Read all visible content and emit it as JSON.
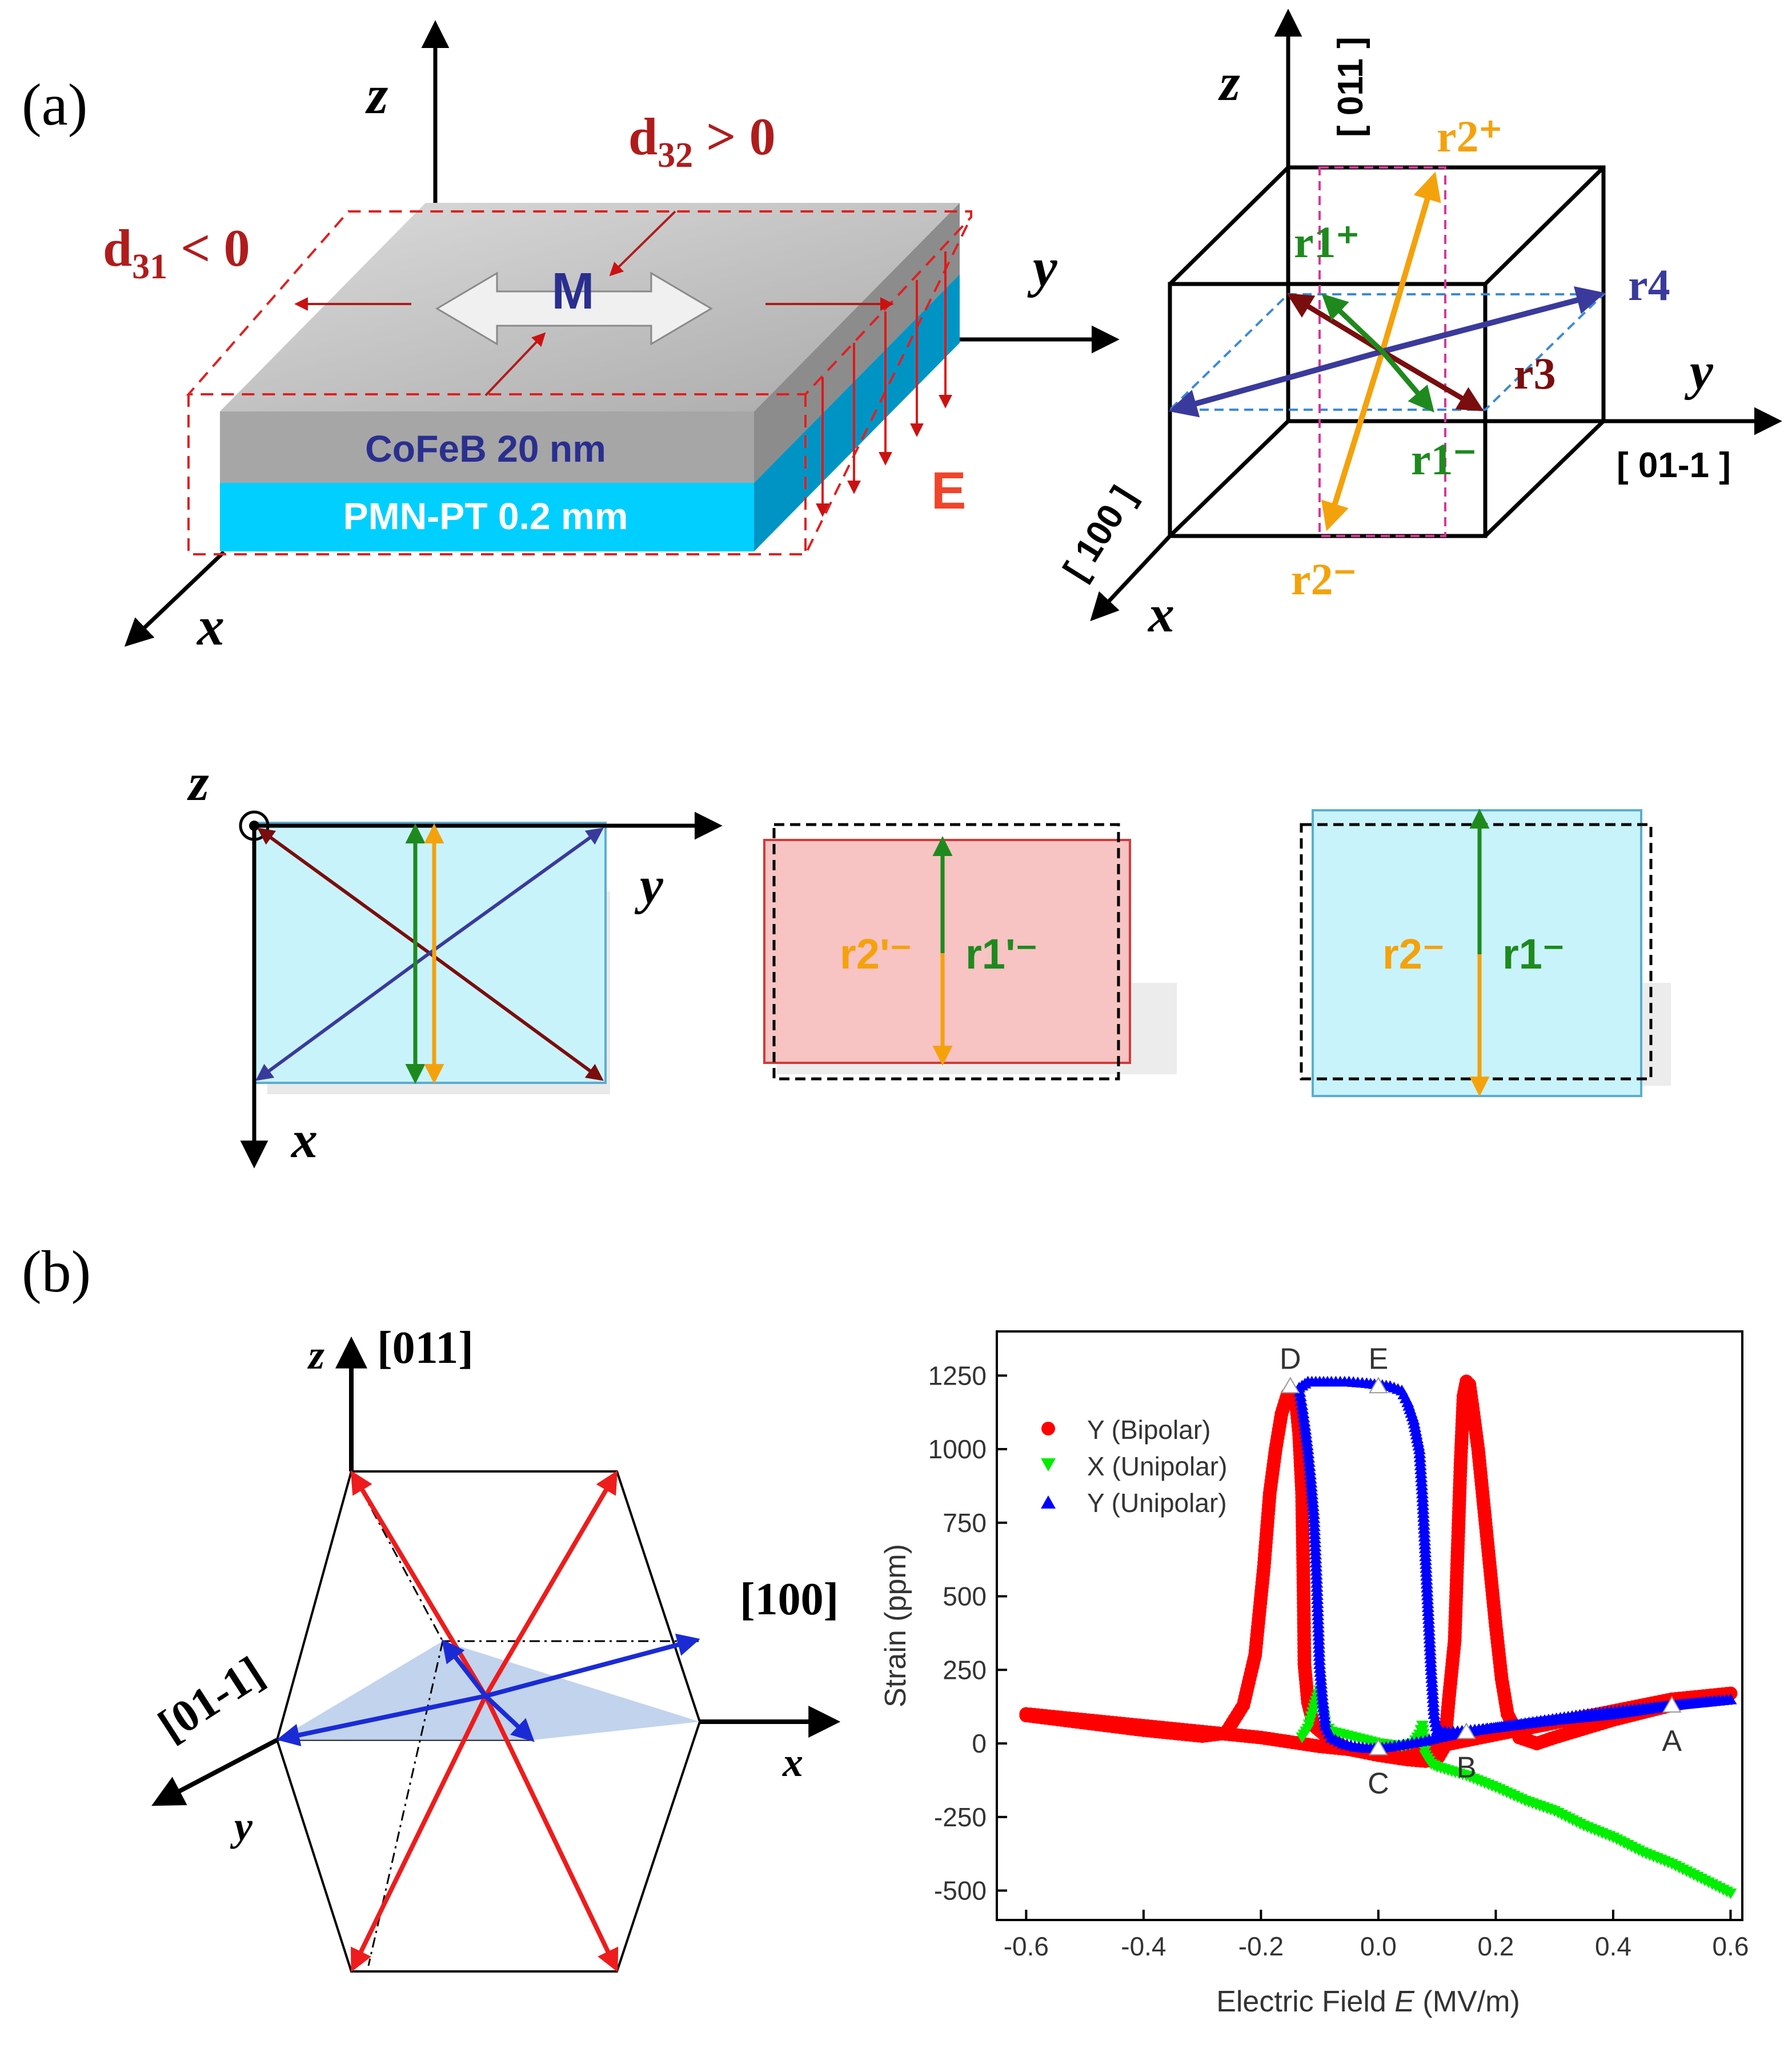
{
  "panel_a": {
    "label": "(a)",
    "stack": {
      "axis_z": "z",
      "axis_y": "y",
      "axis_x": "x",
      "d32_main": "d",
      "d32_sub": "32",
      "d32_rel": " > 0",
      "d31_main": "d",
      "d31_sub": "31",
      "d31_rel": " < 0",
      "magnetization": "M",
      "cofeb_layer": "CoFeB 20 nm",
      "pmnpt_layer": "PMN-PT 0.2 mm",
      "efield": "E"
    },
    "cube": {
      "axis_z": "z",
      "axis_y": "y",
      "axis_x": "x",
      "dir_011": "[ 011 ]",
      "dir_01m1": "[ 01-1 ]",
      "dir_100": "[ 100 ]",
      "r2_plus": "r2⁺",
      "r2_minus": "r2⁻",
      "r1_plus": "r1⁺",
      "r1_minus": "r1⁻",
      "r3": "r3",
      "r4": "r4"
    },
    "projections": {
      "axis_z": "z",
      "axis_y": "y",
      "axis_x": "x",
      "mid_r2": "r2'⁻",
      "mid_r1": "r1'⁻",
      "right_r2": "r2⁻",
      "right_r1": "r1⁻"
    },
    "colors": {
      "dark_red": "#7a0d0d",
      "green": "#1e8a1e",
      "orange": "#f4a20c",
      "navy": "#3a3a9c",
      "cyan_fill": "#c9f3fb",
      "pink_fill": "#f8c3c3"
    }
  },
  "panel_b": {
    "label": "(b)",
    "hexagon": {
      "axis_z": "z",
      "axis_x": "x",
      "axis_y": "y",
      "dir_011": "[011]",
      "dir_100": "[100]",
      "dir_01m1": "[01-1]"
    }
  },
  "chart_data": {
    "type": "scatter",
    "xlabel_main": "Electric Field ",
    "xlabel_var": "E",
    "xlabel_unit": " (MV/m)",
    "ylabel": "Strain (ppm)",
    "xlim": [
      -0.65,
      0.62
    ],
    "ylim": [
      -600,
      1400
    ],
    "xticks": [
      -0.6,
      -0.4,
      -0.2,
      0.0,
      0.2,
      0.4,
      0.6
    ],
    "xtick_labels": [
      "-0.6",
      "-0.4",
      "-0.2",
      "0.0",
      "0.2",
      "0.4",
      "0.6"
    ],
    "yticks": [
      -500,
      -250,
      0,
      250,
      500,
      750,
      1000,
      1250
    ],
    "ytick_labels": [
      "-500",
      "-250",
      "0",
      "250",
      "500",
      "750",
      "1000",
      "1250"
    ],
    "grid": false,
    "legend_position": "top-left",
    "series": [
      {
        "name": "Y (Bipolar)",
        "marker": "circle",
        "color": "#ff0000",
        "points": [
          [
            -0.6,
            95
          ],
          [
            -0.5,
            70
          ],
          [
            -0.4,
            45
          ],
          [
            -0.3,
            25
          ],
          [
            -0.26,
            35
          ],
          [
            -0.23,
            130
          ],
          [
            -0.21,
            300
          ],
          [
            -0.195,
            600
          ],
          [
            -0.185,
            850
          ],
          [
            -0.175,
            1000
          ],
          [
            -0.165,
            1120
          ],
          [
            -0.155,
            1185
          ],
          [
            -0.15,
            1200
          ],
          [
            -0.145,
            1190
          ],
          [
            -0.14,
            1150
          ],
          [
            -0.135,
            1050
          ],
          [
            -0.13,
            850
          ],
          [
            -0.128,
            600
          ],
          [
            -0.127,
            450
          ],
          [
            -0.126,
            270
          ],
          [
            -0.12,
            140
          ],
          [
            -0.11,
            60
          ],
          [
            -0.08,
            10
          ],
          [
            -0.05,
            -20
          ],
          [
            0.0,
            -40
          ],
          [
            0.05,
            -55
          ],
          [
            0.08,
            -60
          ],
          [
            0.1,
            -55
          ],
          [
            0.11,
            -20
          ],
          [
            0.115,
            40
          ],
          [
            0.12,
            150
          ],
          [
            0.13,
            350
          ],
          [
            0.135,
            650
          ],
          [
            0.14,
            950
          ],
          [
            0.145,
            1180
          ],
          [
            0.15,
            1230
          ],
          [
            0.155,
            1220
          ],
          [
            0.16,
            1150
          ],
          [
            0.17,
            1000
          ],
          [
            0.18,
            800
          ],
          [
            0.19,
            600
          ],
          [
            0.2,
            400
          ],
          [
            0.21,
            220
          ],
          [
            0.22,
            100
          ],
          [
            0.24,
            20
          ],
          [
            0.27,
            0
          ],
          [
            0.3,
            20
          ],
          [
            0.4,
            80
          ],
          [
            0.5,
            130
          ],
          [
            0.6,
            170
          ],
          [
            0.5,
            150
          ],
          [
            0.4,
            110
          ],
          [
            0.3,
            70
          ],
          [
            0.2,
            30
          ],
          [
            0.1,
            -10
          ],
          [
            0.0,
            -30
          ],
          [
            -0.1,
            -10
          ],
          [
            -0.2,
            20
          ],
          [
            -0.3,
            40
          ],
          [
            -0.4,
            60
          ],
          [
            -0.5,
            80
          ],
          [
            -0.6,
            100
          ]
        ]
      },
      {
        "name": "X (Unipolar)",
        "marker": "triangle-down",
        "color": "#00ee00",
        "points": [
          [
            -0.13,
            20
          ],
          [
            -0.12,
            50
          ],
          [
            -0.11,
            120
          ],
          [
            -0.1,
            180
          ],
          [
            -0.095,
            120
          ],
          [
            -0.09,
            60
          ],
          [
            -0.08,
            40
          ],
          [
            -0.06,
            30
          ],
          [
            -0.04,
            20
          ],
          [
            -0.02,
            10
          ],
          [
            0.0,
            0
          ],
          [
            0.02,
            -5
          ],
          [
            0.04,
            -10
          ],
          [
            0.06,
            0
          ],
          [
            0.07,
            30
          ],
          [
            0.075,
            60
          ],
          [
            0.08,
            -40
          ],
          [
            0.09,
            -70
          ],
          [
            0.1,
            -80
          ],
          [
            0.15,
            -110
          ],
          [
            0.2,
            -150
          ],
          [
            0.25,
            -195
          ],
          [
            0.3,
            -230
          ],
          [
            0.35,
            -280
          ],
          [
            0.4,
            -320
          ],
          [
            0.45,
            -370
          ],
          [
            0.5,
            -410
          ],
          [
            0.55,
            -460
          ],
          [
            0.6,
            -510
          ]
        ]
      },
      {
        "name": "Y (Unipolar)",
        "marker": "triangle-up",
        "color": "#0000ff",
        "points": [
          [
            0.6,
            150
          ],
          [
            0.5,
            130
          ],
          [
            0.4,
            100
          ],
          [
            0.3,
            80
          ],
          [
            0.2,
            55
          ],
          [
            0.15,
            45
          ],
          [
            0.12,
            40
          ],
          [
            0.1,
            45
          ],
          [
            0.095,
            100
          ],
          [
            0.09,
            250
          ],
          [
            0.085,
            450
          ],
          [
            0.08,
            650
          ],
          [
            0.075,
            850
          ],
          [
            0.07,
            1000
          ],
          [
            0.06,
            1100
          ],
          [
            0.05,
            1160
          ],
          [
            0.04,
            1200
          ],
          [
            0.02,
            1215
          ],
          [
            0.0,
            1220
          ],
          [
            -0.02,
            1225
          ],
          [
            -0.05,
            1230
          ],
          [
            -0.08,
            1230
          ],
          [
            -0.1,
            1230
          ],
          [
            -0.12,
            1230
          ],
          [
            -0.135,
            1210
          ],
          [
            -0.13,
            1150
          ],
          [
            -0.125,
            1080
          ],
          [
            -0.12,
            1000
          ],
          [
            -0.115,
            900
          ],
          [
            -0.11,
            780
          ],
          [
            -0.105,
            560
          ],
          [
            -0.1,
            270
          ],
          [
            -0.095,
            150
          ],
          [
            -0.09,
            60
          ],
          [
            -0.08,
            20
          ],
          [
            -0.06,
            0
          ],
          [
            -0.04,
            -10
          ],
          [
            -0.02,
            -15
          ],
          [
            0.0,
            -15
          ],
          [
            0.02,
            -10
          ],
          [
            0.05,
            0
          ],
          [
            0.08,
            10
          ],
          [
            0.1,
            20
          ],
          [
            0.15,
            40
          ],
          [
            0.25,
            70
          ],
          [
            0.35,
            100
          ],
          [
            0.45,
            120
          ],
          [
            0.55,
            140
          ],
          [
            0.6,
            150
          ]
        ]
      }
    ],
    "point_labels": [
      {
        "text": "D",
        "x": -0.15,
        "y": 1215,
        "anchor": "above"
      },
      {
        "text": "E",
        "x": 0.0,
        "y": 1215,
        "anchor": "above"
      },
      {
        "text": "C",
        "x": 0.0,
        "y": -15,
        "anchor": "below"
      },
      {
        "text": "B",
        "x": 0.15,
        "y": 40,
        "anchor": "below"
      },
      {
        "text": "A",
        "x": 0.5,
        "y": 130,
        "anchor": "below"
      }
    ]
  }
}
